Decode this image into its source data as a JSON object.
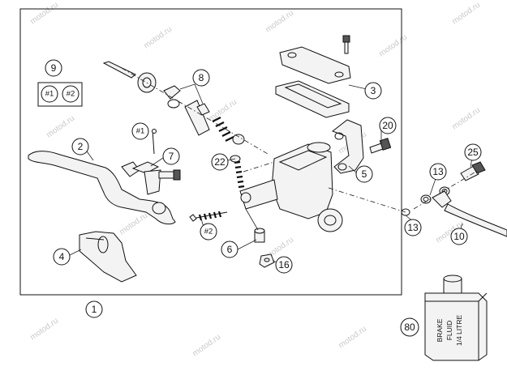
{
  "callouts": {
    "c1": "1",
    "c2": "2",
    "c3": "3",
    "c4": "4",
    "c5": "5",
    "c6": "6",
    "c7": "7",
    "c8": "8",
    "c9": "9",
    "c10": "10",
    "c13a": "13",
    "c13b": "13",
    "c16": "16",
    "c20": "20",
    "c22": "22",
    "c25": "25",
    "c80": "80"
  },
  "subrefs": {
    "s1a": "#1",
    "s2a": "#2",
    "s1b": "#1",
    "s2b": "#2"
  },
  "fluid_can": {
    "line1": "BRAKE",
    "line2": "FLUID",
    "line3": "1/4 LITRE"
  },
  "watermark": "motod.ru"
}
